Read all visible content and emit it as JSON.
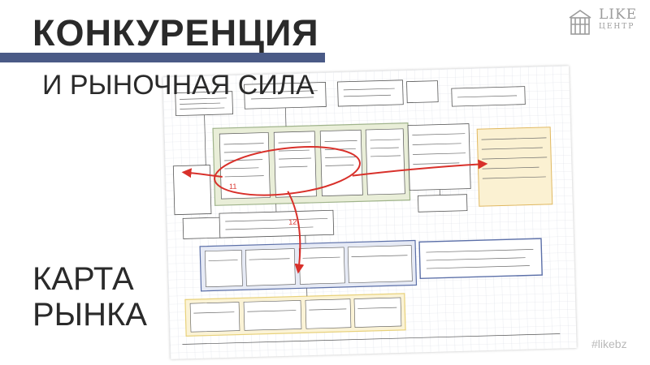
{
  "slide": {
    "title_line1": "КОНКУРЕНЦИЯ",
    "title_line2": "И РЫНОЧНАЯ СИЛА",
    "side_title": [
      "КАРТА",
      "РЫНКА"
    ],
    "hashtag": "#likebz"
  },
  "logo": {
    "word1": "LIKE",
    "word2": "ЦЕНТР",
    "color": "#9b9b9b"
  },
  "colors": {
    "accent_bar": "#4a5a86",
    "title_text": "#2a2a2a",
    "map_green": "#9fb38a",
    "map_blue": "#5b6fa8",
    "map_yellow": "#e8d17a",
    "annotation_red": "#d8302a"
  },
  "map_image": {
    "annotation_numbers": [
      "11",
      "12"
    ]
  }
}
